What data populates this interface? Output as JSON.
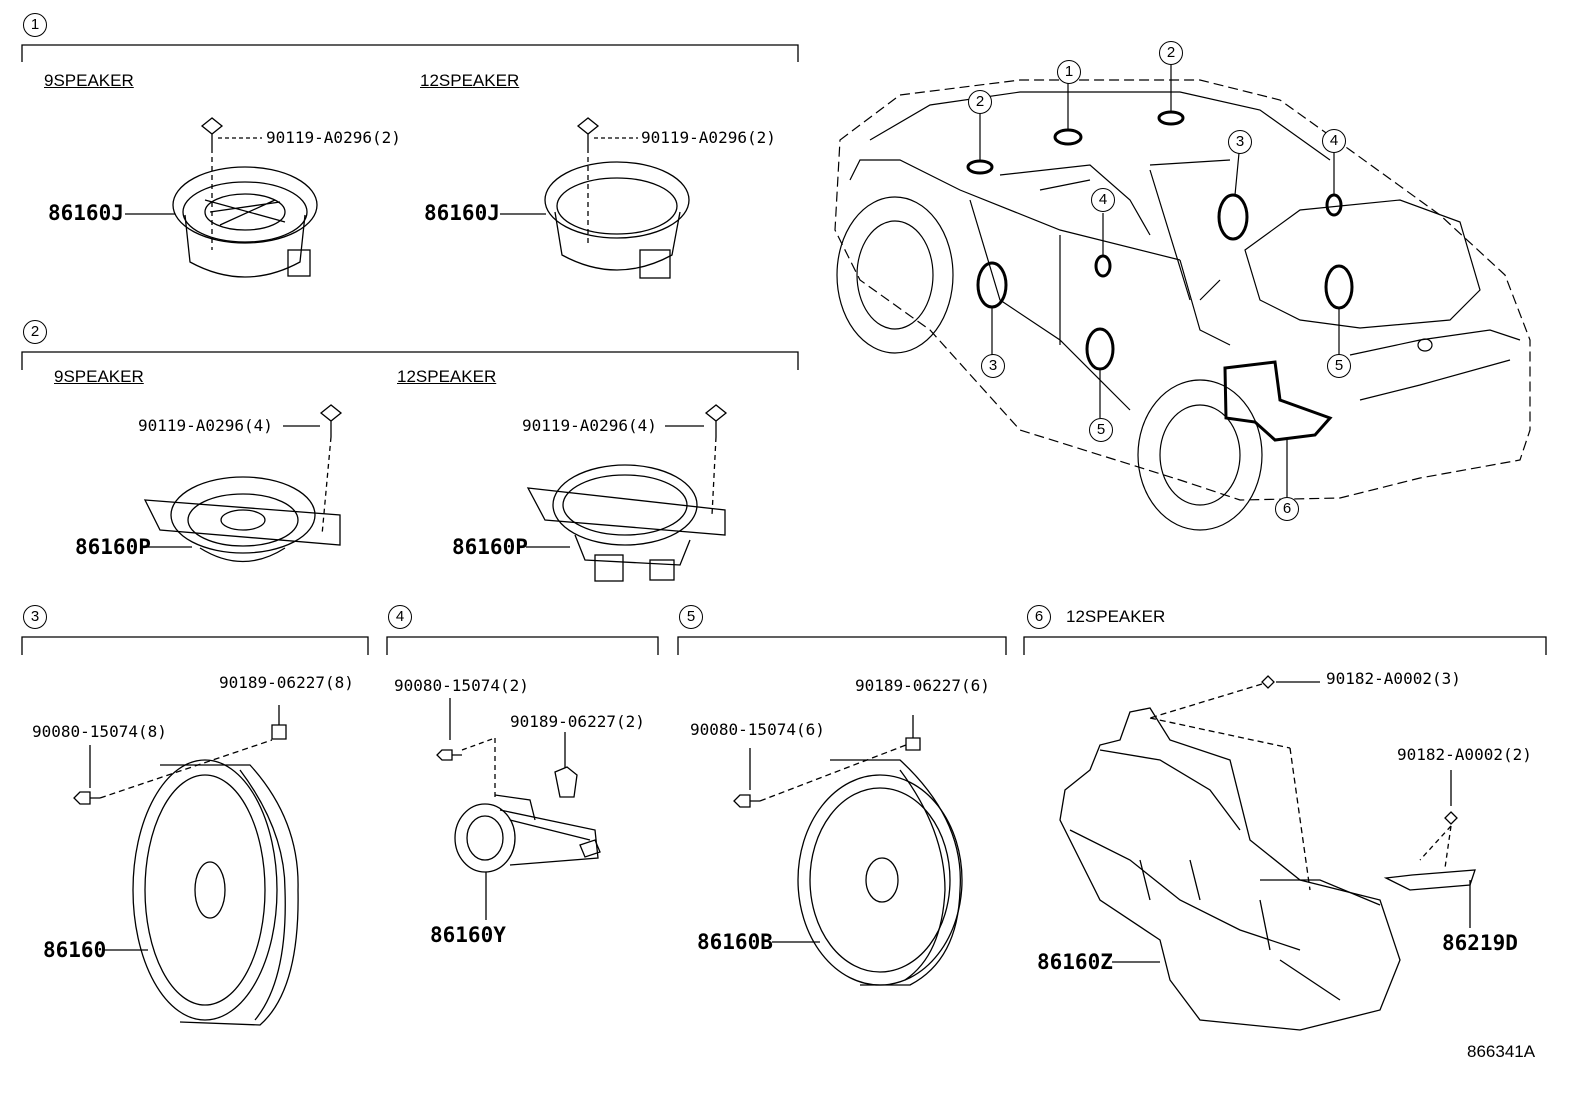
{
  "sections": [
    {
      "number": "1",
      "headers": [
        "9SPEAKER",
        "12SPEAKER"
      ],
      "fasteners": [
        "90119-A0296(2)",
        "90119-A0296(2)"
      ],
      "parts": [
        "86160J",
        "86160J"
      ]
    },
    {
      "number": "2",
      "headers": [
        "9SPEAKER",
        "12SPEAKER"
      ],
      "fasteners": [
        "90119-A0296(4)",
        "90119-A0296(4)"
      ],
      "parts": [
        "86160P",
        "86160P"
      ]
    },
    {
      "number": "3",
      "fasteners": [
        "90189-06227(8)",
        "90080-15074(8)"
      ],
      "part": "86160"
    },
    {
      "number": "4",
      "fasteners": [
        "90080-15074(2)",
        "90189-06227(2)"
      ],
      "part": "86160Y"
    },
    {
      "number": "5",
      "fasteners": [
        "90189-06227(6)",
        "90080-15074(6)"
      ],
      "part": "86160B"
    },
    {
      "number": "6",
      "header": "12SPEAKER",
      "fasteners": [
        "90182-A0002(3)",
        "90182-A0002(2)"
      ],
      "parts": [
        "86160Z",
        "86219D"
      ]
    }
  ],
  "vehicle_callouts": [
    "1",
    "2",
    "2",
    "3",
    "3",
    "4",
    "4",
    "5",
    "5",
    "6"
  ],
  "diagram_code": "866341A"
}
